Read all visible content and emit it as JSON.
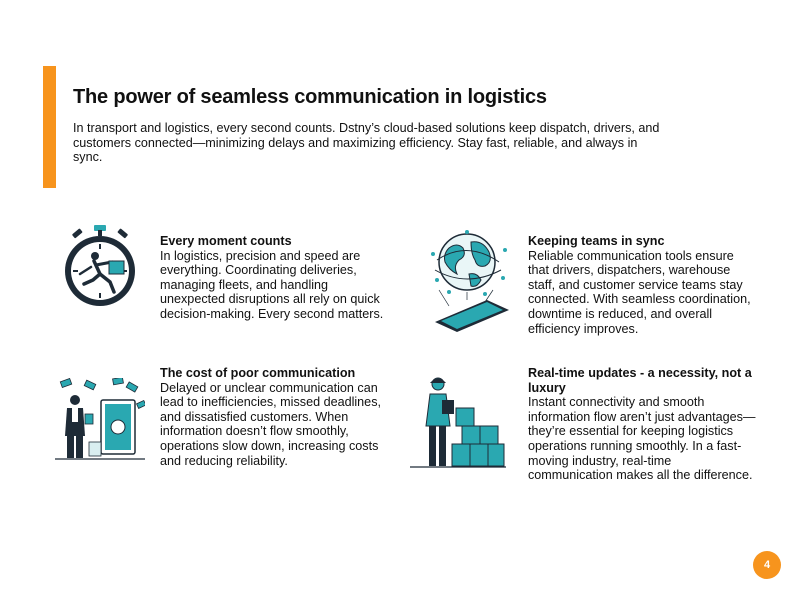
{
  "header": {
    "title": "The power of seamless communication in logistics",
    "intro": "In transport and logistics, every second counts. Dstny’s cloud-based solutions keep dispatch, drivers, and customers connected—minimizing delays and maximizing efficiency. Stay fast, reliable, and always in sync."
  },
  "cards": [
    {
      "icon": "stopwatch-runner-icon",
      "heading": "Every moment counts",
      "body": "In logistics, precision and speed are everything. Coordinating deliveries, managing fleets, and handling unexpected disruptions all rely on quick decision-making. Every second matters."
    },
    {
      "icon": "globe-network-icon",
      "heading": "Keeping teams in sync",
      "body": "Reliable communication tools ensure that drivers, dispatchers, warehouse staff, and customer service teams stay connected. With seamless coordination, downtime is reduced, and overall efficiency improves."
    },
    {
      "icon": "money-loss-icon",
      "heading": "The cost of poor communication",
      "body": "Delayed or unclear communication can lead to inefficiencies, missed deadlines, and dissatisfied customers. When information doesn’t flow smoothly, operations slow down, increasing costs and reducing reliability."
    },
    {
      "icon": "warehouse-worker-icon",
      "heading": "Real-time updates -  a necessity, not a luxury",
      "body": "Instant connectivity and smooth information flow aren’t just advantages—they’re essential for keeping logistics operations running smoothly. In a fast-moving industry, real-time communication makes all the difference."
    }
  ],
  "page_number": "4",
  "colors": {
    "accent": "#f7941d",
    "teal": "#2aa8b1",
    "dark": "#1e2b37"
  }
}
